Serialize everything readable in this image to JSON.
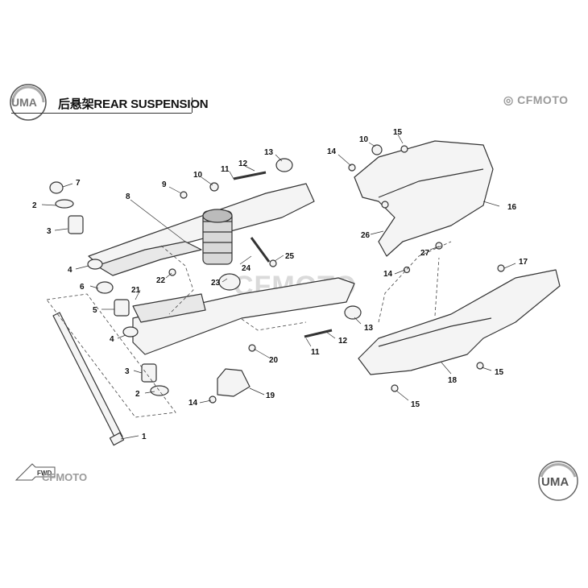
{
  "title": "后悬架REAR SUSPENSION",
  "brand": "CFMOTO",
  "logo_text": "UMA",
  "watermark": "CFMOTO",
  "fwd_label": "FWD",
  "callouts": {
    "c1": "1",
    "c2a": "2",
    "c2b": "2",
    "c3a": "3",
    "c3b": "3",
    "c4a": "4",
    "c4b": "4",
    "c5": "5",
    "c6": "6",
    "c7": "7",
    "c8": "8",
    "c9": "9",
    "c10a": "10",
    "c10b": "10",
    "c11a": "11",
    "c11b": "11",
    "c12a": "12",
    "c12b": "12",
    "c13a": "13",
    "c13b": "13",
    "c14a": "14",
    "c14b": "14",
    "c14c": "14",
    "c15a": "15",
    "c15b": "15",
    "c15c": "15",
    "c16": "16",
    "c17": "17",
    "c18": "18",
    "c19": "19",
    "c20": "20",
    "c21": "21",
    "c22": "22",
    "c23": "23",
    "c24": "24",
    "c25": "25",
    "c26": "26",
    "c27": "27"
  },
  "colors": {
    "line": "#333333",
    "brand_gray": "#9a9a9a",
    "fill": "#f4f4f4",
    "shade": "#d8d8d8"
  }
}
